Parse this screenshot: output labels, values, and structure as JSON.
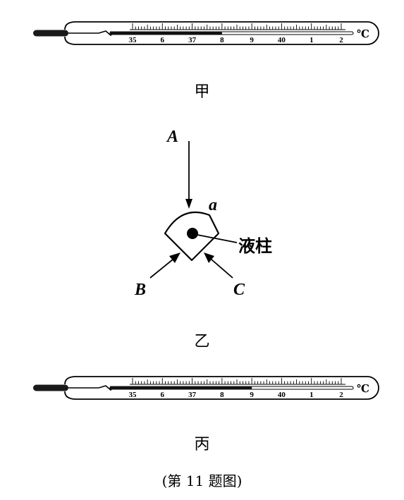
{
  "captions": {
    "jia": "甲",
    "yi": "乙",
    "bing": "丙",
    "figure": "(第 11 题图)"
  },
  "thermometer": {
    "scale_labels": [
      "35",
      "6",
      "37",
      "8",
      "9",
      "40",
      "1",
      "2"
    ],
    "unit": "℃",
    "range_min": 35,
    "range_max": 42
  },
  "thermometer_jia": {
    "reading": 38.0
  },
  "thermometer_bing": {
    "reading": 39.0
  },
  "cross_section": {
    "arrow_a": "A",
    "arrow_b": "B",
    "arrow_c": "C",
    "face_label": "a",
    "column_label": "液柱"
  }
}
